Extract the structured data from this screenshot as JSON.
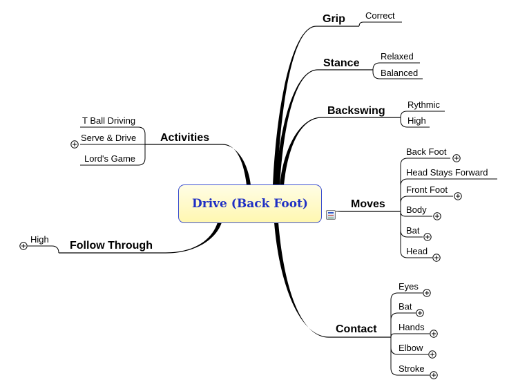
{
  "central_topic": "Drive (Back Foot)",
  "topics": {
    "grip": "Grip",
    "stance": "Stance",
    "backswing": "Backswing",
    "moves": "Moves",
    "contact": "Contact",
    "activities": "Activities",
    "follow_through": "Follow Through"
  },
  "subtopics": {
    "grip": [
      "Correct"
    ],
    "stance": [
      "Relaxed",
      "Balanced"
    ],
    "backswing": [
      "Rythmic",
      "High"
    ],
    "moves": [
      "Back Foot",
      "Head Stays Forward",
      "Front Foot",
      "Body",
      "Bat",
      "Head"
    ],
    "contact": [
      "Eyes",
      "Bat",
      "Hands",
      "Elbow",
      "Stroke"
    ],
    "activities": [
      "T Ball Driving",
      "Serve & Drive",
      "Lord's Game"
    ],
    "follow_through": [
      "High"
    ]
  },
  "icons": {
    "expand": "expand-plus-icon",
    "note": "notes-icon"
  },
  "colors": {
    "central_border": "#3b4fcf",
    "central_text": "#1f2fc4",
    "central_fill": "#fff7b0",
    "branch": "#000000"
  }
}
